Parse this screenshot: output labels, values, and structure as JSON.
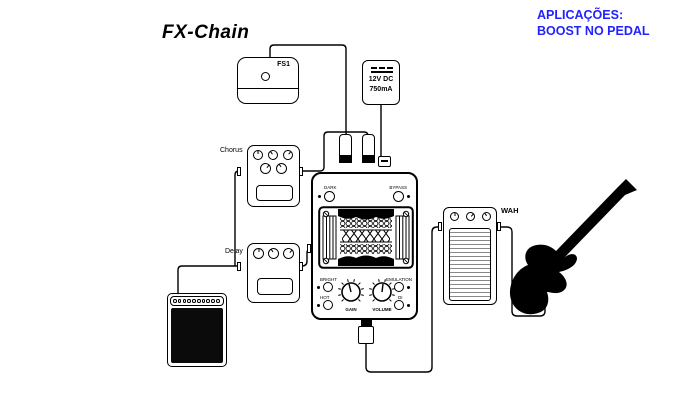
{
  "title": "FX-Chain",
  "note": {
    "line1": "APLICAÇÕES:",
    "line2": "BOOST NO PEDAL"
  },
  "colors": {
    "note_blue": "#2222ff",
    "line_black": "#000000",
    "background": "#ffffff"
  },
  "footswitch": {
    "label": "FS1"
  },
  "power_supply": {
    "voltage": "12V DC",
    "current": "750mA"
  },
  "pedals": {
    "chorus": {
      "label": "Chorus"
    },
    "delay": {
      "label": "Delay"
    },
    "wah": {
      "label": "WAH"
    }
  },
  "preamp": {
    "switch_dark": "DARK",
    "switch_bypass": "BYPASS",
    "switch_bright": "BRIGHT",
    "switch_hot": "HOT",
    "switch_emulation": "EMULATION",
    "switch_di": "DI",
    "knob_gain": "GAIN",
    "knob_volume": "VOLUME"
  }
}
